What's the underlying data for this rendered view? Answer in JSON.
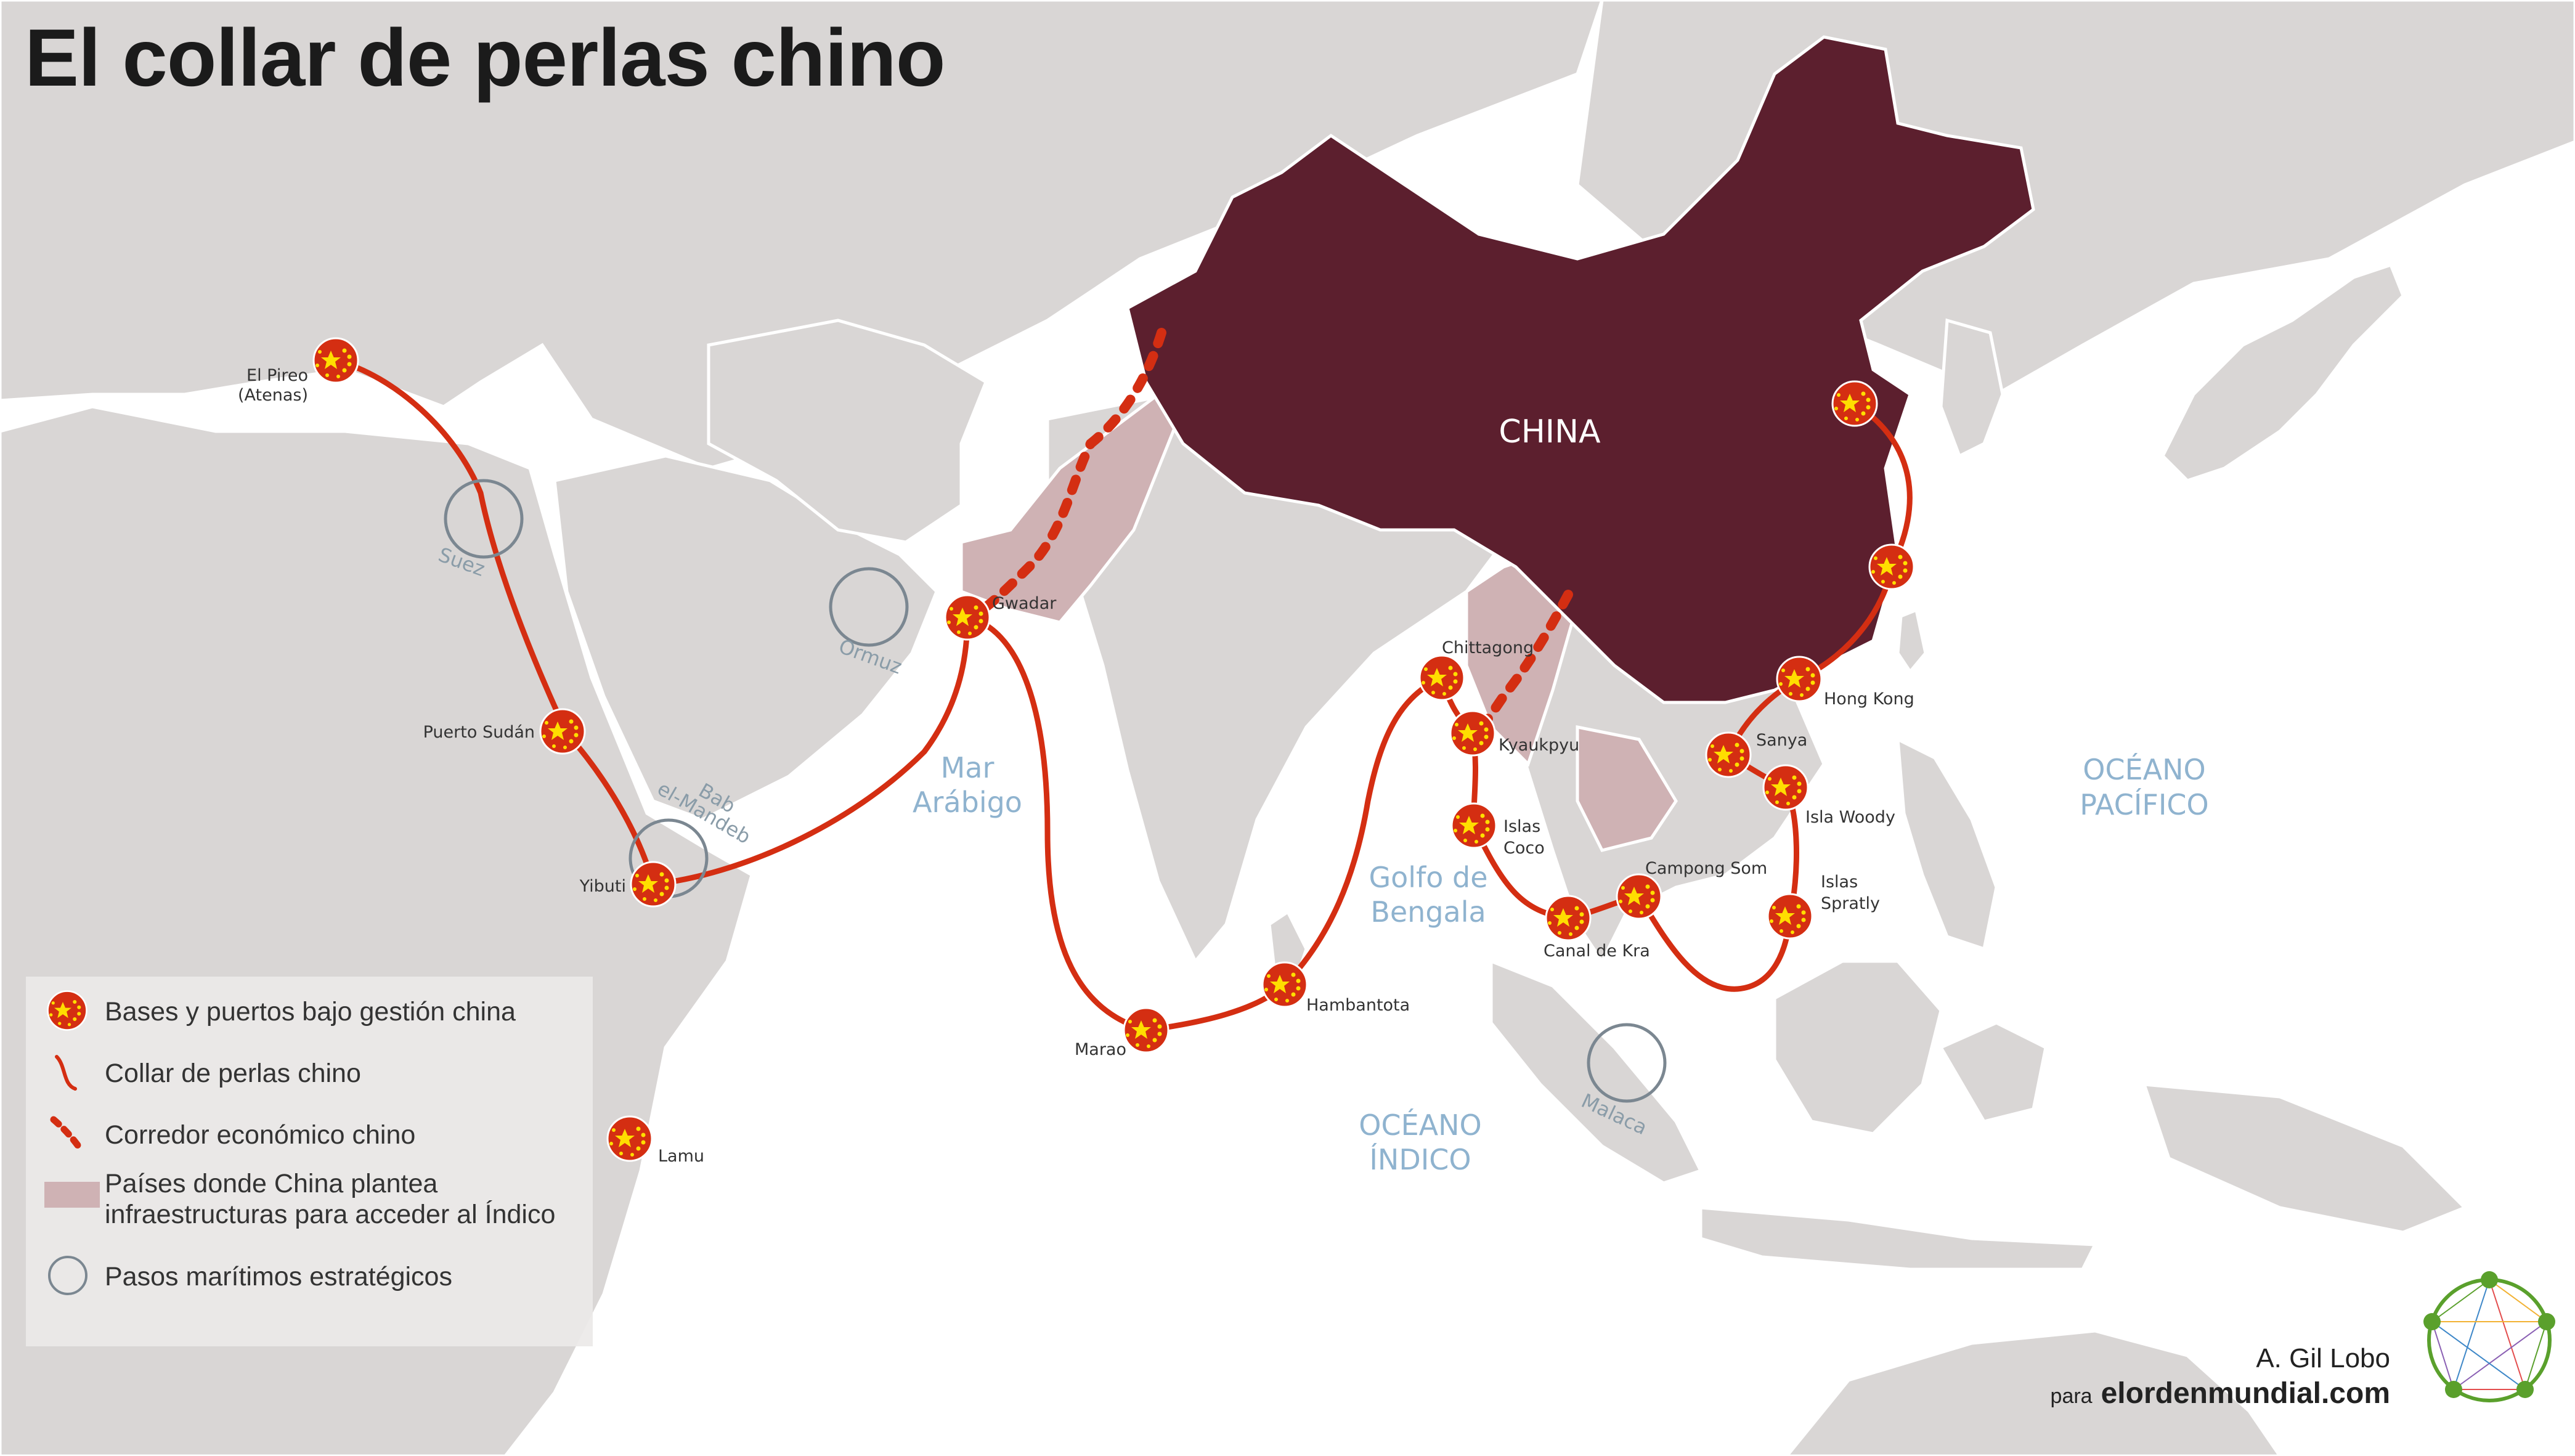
{
  "title": "El collar de perlas chino",
  "china_label": "CHINA",
  "seas": {
    "mar_arabigo": [
      "Mar",
      "Arábigo"
    ],
    "golfo_bengala": [
      "Golfo de",
      "Bengala"
    ],
    "oceano_indico": [
      "OCÉANO",
      "ÍNDICO"
    ],
    "oceano_pacifico": [
      "OCÉANO",
      "PACÍFICO"
    ]
  },
  "ports": {
    "el_pireo": [
      "El Pireo",
      "(Atenas)"
    ],
    "puerto_sudan": "Puerto Sudán",
    "yibuti": "Yibuti",
    "lamu": "Lamu",
    "gwadar": "Gwadar",
    "marao": "Marao",
    "hambantota": "Hambantota",
    "chittagong": "Chittagong",
    "kyaukpyu": "Kyaukpyu",
    "islas_coco": [
      "Islas",
      "Coco"
    ],
    "canal_de_kra": "Canal de Kra",
    "campong_som": "Campong Som",
    "islas_spratly": [
      "Islas",
      "Spratly"
    ],
    "isla_woody": "Isla Woody",
    "sanya": "Sanya",
    "hong_kong": "Hong Kong"
  },
  "chokepoints": {
    "suez": "Suez",
    "ormuz": "Ormuz",
    "bab_el_mandeb": [
      "Bab",
      "el-Mandeb"
    ],
    "malaca": "Malaca"
  },
  "legend": {
    "items": [
      {
        "label": "Bases y puertos bajo gestión china"
      },
      {
        "label": "Collar de perlas chino"
      },
      {
        "label": "Corredor económico chino"
      },
      {
        "label": "Países donde China plantea infraestructuras para acceder al Índico"
      },
      {
        "label": "Pasos marítimos estratégicos"
      }
    ]
  },
  "credit": {
    "author": "A. Gil Lobo",
    "para": "para",
    "site": "elordenmundial.com"
  },
  "colors": {
    "china": "#5c1f2e",
    "project_countries": "#cfb2b4",
    "route": "#d42e12",
    "land": "#d9d6d5",
    "sea": "#ffffff",
    "sea_labels": "#8fb3cf",
    "star": "#ffde00"
  },
  "icons": {
    "port_marker": "china-flag-circle-icon",
    "chokepoint": "circle-outline-icon",
    "logo": "elordenmundial-logo-icon"
  }
}
